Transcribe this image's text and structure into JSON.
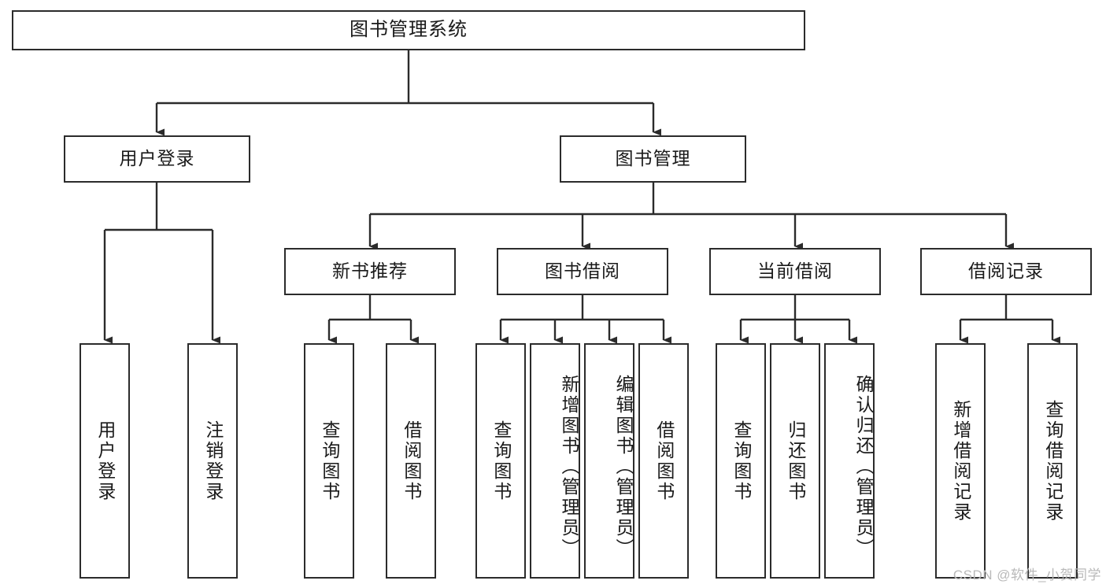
{
  "meta": {
    "title": "图书管理系统 功能结构图",
    "watermark": "CSDN @软件_小贺同学",
    "line_color": "#2b2b2b",
    "box_fill": "#ffffff",
    "text_color": "#1a1a1a",
    "watermark_color": "#b9b9b9"
  },
  "diagram": {
    "type": "tree",
    "orientation": "top-down",
    "root": {
      "id": "root",
      "label": "图书管理系统"
    },
    "level2": [
      {
        "id": "user-login",
        "label": "用户登录"
      },
      {
        "id": "book-manage",
        "label": "图书管理"
      }
    ],
    "level3": [
      {
        "id": "new-book-rec",
        "label": "新书推荐",
        "parent": "book-manage"
      },
      {
        "id": "book-borrow",
        "label": "图书借阅",
        "parent": "book-manage"
      },
      {
        "id": "current-borrow",
        "label": "当前借阅",
        "parent": "book-manage"
      },
      {
        "id": "borrow-record",
        "label": "借阅记录",
        "parent": "book-manage"
      }
    ],
    "leaves": [
      {
        "id": "leaf-user-login",
        "label": "用户登录",
        "parent": "user-login"
      },
      {
        "id": "leaf-logout",
        "label": "注销登录",
        "parent": "user-login"
      },
      {
        "id": "leaf-query-book-1",
        "label": "查询图书",
        "parent": "new-book-rec"
      },
      {
        "id": "leaf-borrow-book-1",
        "label": "借阅图书",
        "parent": "new-book-rec"
      },
      {
        "id": "leaf-query-book-2",
        "label": "查询图书",
        "parent": "book-borrow"
      },
      {
        "id": "leaf-add-book",
        "label": "新增图书（管理员）",
        "parent": "book-borrow"
      },
      {
        "id": "leaf-edit-book",
        "label": "编辑图书（管理员）",
        "parent": "book-borrow"
      },
      {
        "id": "leaf-borrow-book-2",
        "label": "借阅图书",
        "parent": "book-borrow"
      },
      {
        "id": "leaf-query-book-3",
        "label": "查询图书",
        "parent": "current-borrow"
      },
      {
        "id": "leaf-return-book",
        "label": "归还图书",
        "parent": "current-borrow"
      },
      {
        "id": "leaf-confirm-return",
        "label": "确认归还（管理员）",
        "parent": "current-borrow"
      },
      {
        "id": "leaf-add-record",
        "label": "新增借阅记录",
        "parent": "borrow-record"
      },
      {
        "id": "leaf-query-record",
        "label": "查询借阅记录",
        "parent": "borrow-record"
      }
    ]
  }
}
